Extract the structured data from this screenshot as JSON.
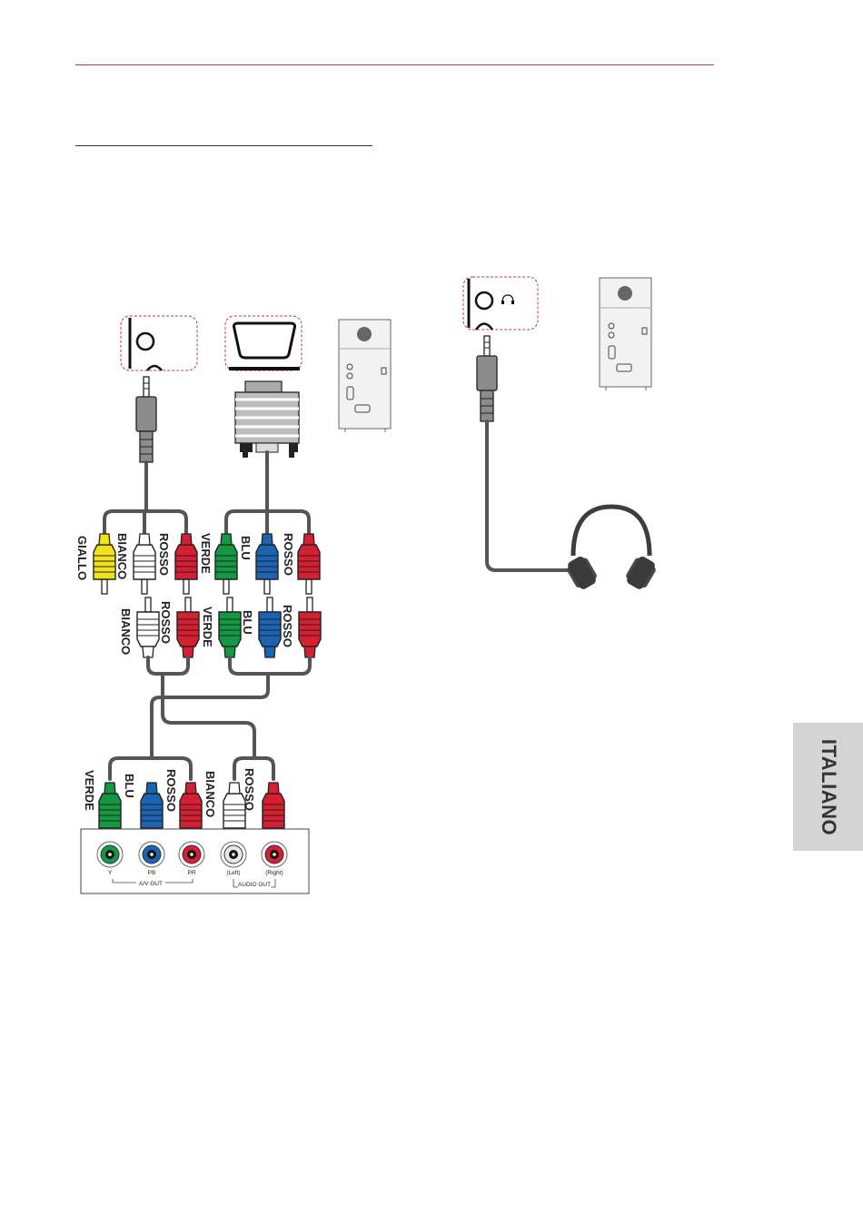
{
  "language_tab": "ITALIANO",
  "colors": {
    "accent_rule": "#b5268f",
    "plug_yellow": "#f1e21a",
    "plug_white": "#ffffff",
    "plug_red": "#d81f32",
    "plug_green": "#129a43",
    "plug_blue": "#1b63b3",
    "cable": "#555555",
    "tab_bg": "#d4d4d4"
  },
  "labels": {
    "giallo": "GIALLO",
    "bianco": "BIANCO",
    "rosso": "ROSSO",
    "verde": "VERDE",
    "blu": "BLU"
  },
  "icons": {
    "headphone_port_symbol": "headphone-icon",
    "input_symbol": "input-arrow-icon"
  },
  "av_panel": {
    "jack_labels": [
      "Y",
      "PB",
      "PR",
      "(Left)",
      "(Right)"
    ],
    "group_av": "A/V OUT",
    "group_audio": "AUDIO OUT"
  }
}
